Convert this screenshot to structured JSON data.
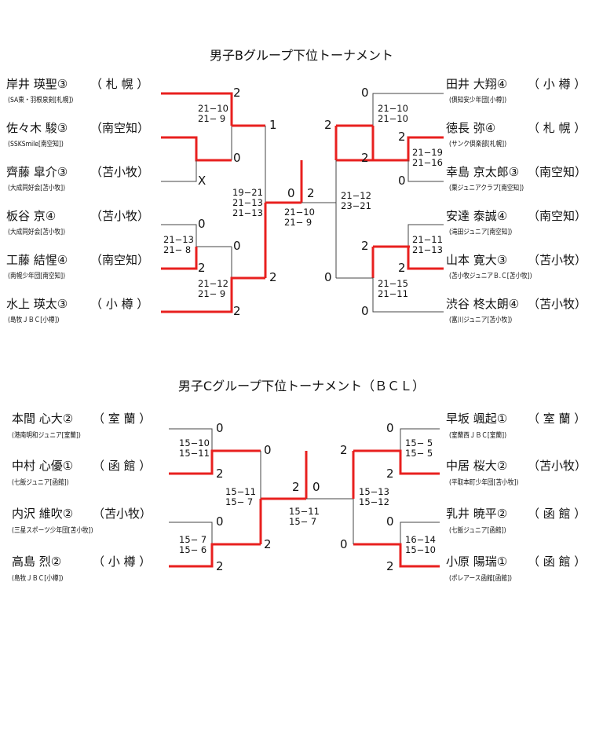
{
  "title_b": "男子Bグループ下位トーナメント",
  "title_c": "男子Cグループ下位トーナメント（ＢＣＬ）",
  "b_left": [
    {
      "name": "岸井 瑛聖③",
      "club": "（ 札 幌 ）",
      "team": "(SA東・羽根泉剣[札幌])"
    },
    {
      "name": "佐々木 駿③",
      "club": "（南空知）",
      "team": "(SSKSmile[南空知])"
    },
    {
      "name": "齊藤 皐介③",
      "club": "（苫小牧）",
      "team": "(大成同好会[苫小牧])"
    },
    {
      "name": "板谷 京④",
      "club": "（苫小牧）",
      "team": "(大成同好会[苫小牧])"
    },
    {
      "name": "工藤 結惺④",
      "club": "（南空知）",
      "team": "(南幌少年団[南空知])"
    },
    {
      "name": "水上 瑛太③",
      "club": "（ 小 樽 ）",
      "team": "(島牧ＪＢＣ[小樽])"
    }
  ],
  "b_right": [
    {
      "name": "田井 大翔④",
      "club": "（ 小 樽 ）",
      "team": "(俱知安少年団[小樽])"
    },
    {
      "name": "徳長 弥④",
      "club": "（ 札 幌 ）",
      "team": "(サンク倶楽部[札幌])"
    },
    {
      "name": "幸島 京太郎③",
      "club": "（南空知）",
      "team": "(栗ジュニアクラブ[南空知])"
    },
    {
      "name": "安達 泰誠④",
      "club": "（南空知）",
      "team": "(滝田ジュニア[南空知])"
    },
    {
      "name": "山本 寛大③",
      "club": "（苫小牧）",
      "team": "(苫小牧ジュニアＢ.Ｃ[苫小牧])"
    },
    {
      "name": "渋谷 柊太朗④",
      "club": "（苫小牧）",
      "team": "(富川ジュニア[苫小牧])"
    }
  ],
  "b_scores": {
    "s1": "21−10\n21− 9",
    "s2": "21−13\n21− 8",
    "s3": "21−12\n21− 9",
    "s4": "19−21\n21−13\n21−13",
    "s5": "21−10\n21− 9",
    "s6": "21−10\n21−10",
    "s7": "21−19\n21−16",
    "s8": "21−11\n21−13",
    "s9": "21−15\n21−11",
    "s10": "21−12\n23−21"
  },
  "b_results": {
    "r1": "2",
    "r2": "0",
    "r3": "X",
    "r4": "0",
    "r5": "0",
    "r6": "2",
    "r7": "2",
    "r8": "1",
    "r9": "2",
    "r10": "0",
    "r11": "2",
    "r12": "0",
    "r13": "2",
    "r14": "2",
    "r15": "0",
    "r16": "2",
    "r17": "2",
    "r18": "0",
    "r19": "2",
    "r20": "0"
  },
  "c_left": [
    {
      "name": "本間 心大②",
      "club": "（ 室 蘭 ）",
      "team": "(港南明和ジュニア[室蘭])"
    },
    {
      "name": "中村 心優①",
      "club": "（ 函 館 ）",
      "team": "(七飯ジュニア[函館])"
    },
    {
      "name": "内沢 維吹②",
      "club": "（苫小牧）",
      "team": "(三星スポーツ少年団[苫小牧])"
    },
    {
      "name": "高島 烈②",
      "club": "（ 小 樽 ）",
      "team": "(島牧ＪＢＣ[小樽])"
    }
  ],
  "c_right": [
    {
      "name": "早坂 颯起①",
      "club": "（ 室 蘭 ）",
      "team": "(室蘭西ＪＢＣ[室蘭])"
    },
    {
      "name": "中居 桜大②",
      "club": "（苫小牧）",
      "team": "(平取本町少年団[苫小牧])"
    },
    {
      "name": "乳井 暁平②",
      "club": "（ 函 館 ）",
      "team": "(七飯ジュニア[函館])"
    },
    {
      "name": "小原 陽瑞①",
      "club": "（ 函 館 ）",
      "team": "(ポレアース函館[函館])"
    }
  ],
  "c_scores": {
    "s1": "15−10\n15−11",
    "s2": "15− 7\n15− 6",
    "s3": "15−11\n15− 7",
    "s4": "15−11\n15− 7",
    "s5": "15− 5\n15− 5",
    "s6": "16−14\n15−10",
    "s7": "15−13\n15−12"
  },
  "c_results": {
    "r1": "0",
    "r2": "2",
    "r3": "0",
    "r4": "2",
    "r5": "0",
    "r6": "2",
    "r7": "2",
    "r8": "0",
    "r9": "0",
    "r10": "2",
    "r11": "0",
    "r12": "2",
    "r13": "2",
    "r14": "0"
  },
  "colors": {
    "winner_line": "#e8201f",
    "line": "#444444"
  }
}
